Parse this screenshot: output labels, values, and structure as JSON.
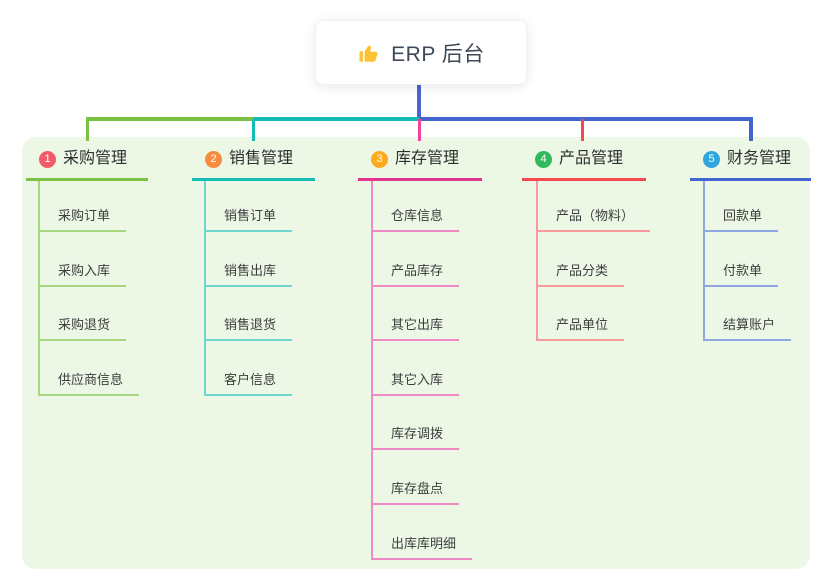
{
  "root": {
    "title": "ERP 后台",
    "icon": "thumbs-up-icon"
  },
  "colors": {
    "page_background": "#ffffff",
    "panel_background": "#ecf7e6",
    "root_text": "#3d4858",
    "stem": "#4c63d2",
    "thumb_icon": "#fcc235"
  },
  "branches": [
    {
      "num": "1",
      "label": "采购管理",
      "line_color": "#7cc143",
      "light_color": "#a8d57f",
      "badge_color": "#f25b66",
      "drop_color": "#7cc143",
      "children": [
        "采购订单",
        "采购入库",
        "采购退货",
        "供应商信息"
      ]
    },
    {
      "num": "2",
      "label": "销售管理",
      "line_color": "#14bcb4",
      "light_color": "#6fd6cf",
      "badge_color": "#f78c3e",
      "drop_color": "#14bcb4",
      "children": [
        "销售订单",
        "销售出库",
        "销售退货",
        "客户信息"
      ]
    },
    {
      "num": "3",
      "label": "库存管理",
      "line_color": "#e0368f",
      "light_color": "#ee8ac4",
      "badge_color": "#fbab1d",
      "drop_color": "#f0449e",
      "children": [
        "仓库信息",
        "产品库存",
        "其它出库",
        "其它入库",
        "库存调拨",
        "库存盘点",
        "出库库明细"
      ]
    },
    {
      "num": "4",
      "label": "产品管理",
      "line_color": "#f4494e",
      "light_color": "#f89a9b",
      "badge_color": "#32b95c",
      "drop_color": "#f4494e",
      "children": [
        "产品（物料）",
        "产品分类",
        "产品单位"
      ]
    },
    {
      "num": "5",
      "label": "财务管理",
      "line_color": "#4365cf",
      "light_color": "#90a6e0",
      "badge_color": "#2fa7de",
      "drop_color": "#4365cf",
      "children": [
        "回款单",
        "付款单",
        "结算账户"
      ]
    }
  ]
}
